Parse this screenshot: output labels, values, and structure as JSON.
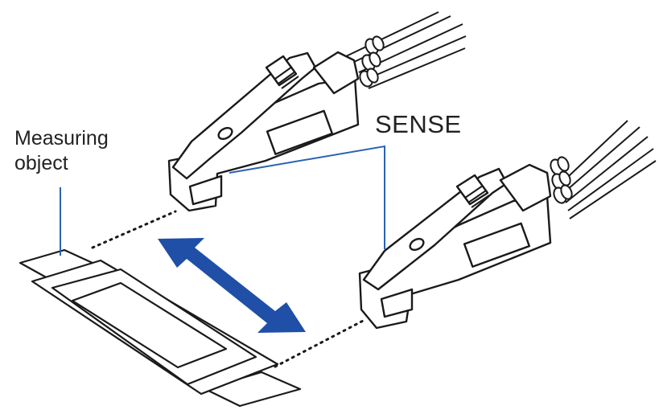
{
  "labels": {
    "measuring_line1": "Measuring",
    "measuring_line2": "object",
    "sense": "SENSE"
  },
  "colors": {
    "line": "#1a1a1a",
    "accent": "#1f4fa6",
    "leader": "#2a63b0"
  },
  "icons": {
    "arrow": "double-headed-arrow-icon",
    "clip": "alligator-clip-icon",
    "object": "measuring-object-sheet"
  }
}
